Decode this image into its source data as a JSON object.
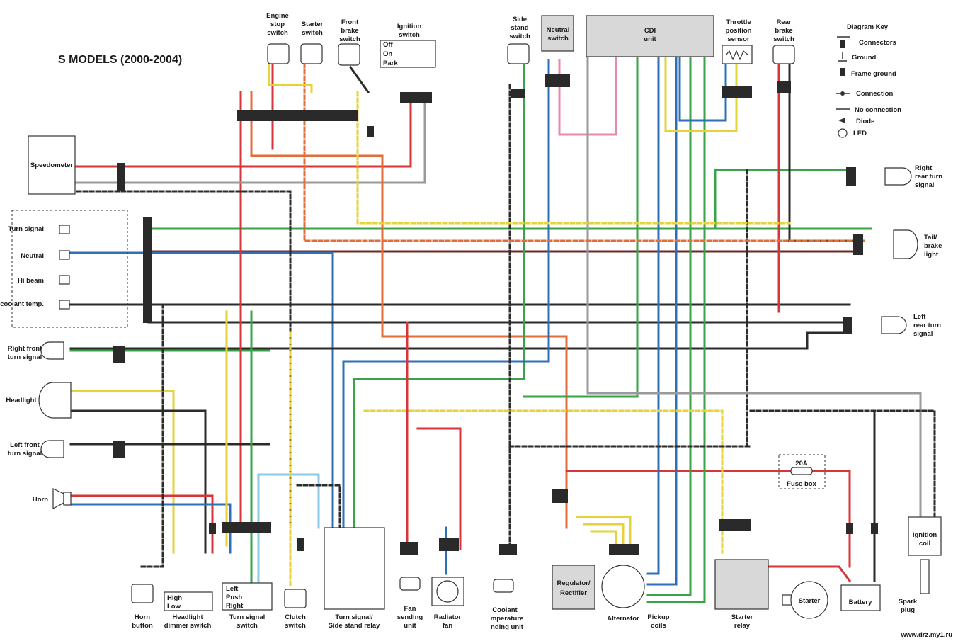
{
  "title": "S MODELS (2000-2004)",
  "watermark": "www.drz.my1.ru",
  "key": {
    "heading": "Diagram Key",
    "items": [
      "Connectors",
      "Ground",
      "Frame ground",
      "Connection",
      "No connection",
      "Diode",
      "LED"
    ]
  },
  "top_components": {
    "engine_stop": [
      "Engine",
      "stop",
      "switch"
    ],
    "starter_switch": [
      "Starter",
      "switch"
    ],
    "front_brake": [
      "Front",
      "brake",
      "switch"
    ],
    "ignition": {
      "label": [
        "Ignition",
        "switch"
      ],
      "positions": [
        "Off",
        "On",
        "Park"
      ]
    },
    "side_stand": [
      "Side",
      "stand",
      "switch"
    ],
    "neutral_switch": [
      "Neutral",
      "switch"
    ],
    "cdi": [
      "CDI",
      "unit"
    ],
    "throttle": [
      "Throttle",
      "position",
      "sensor"
    ],
    "rear_brake": [
      "Rear",
      "brake",
      "switch"
    ]
  },
  "left_components": {
    "speedometer": "Speedometer",
    "indicators": [
      "Turn signal",
      "Neutral",
      "Hi beam",
      "Engine coolant temp."
    ],
    "right_front_turn": [
      "Right front",
      "turn signal"
    ],
    "headlight": "Headlight",
    "left_front_turn": [
      "Left front",
      "turn signal"
    ],
    "horn": "Horn"
  },
  "right_components": {
    "right_rear_turn": [
      "Right",
      "rear turn",
      "signal"
    ],
    "tail_brake": [
      "Tail/",
      "brake",
      "light"
    ],
    "left_rear_turn": [
      "Left",
      "rear turn",
      "signal"
    ],
    "fuse": {
      "rating": "20A",
      "label": "Fuse box"
    },
    "ignition_coil": [
      "Ignition",
      "coil"
    ],
    "spark_plug": [
      "Spark",
      "plug"
    ]
  },
  "bottom_components": {
    "horn_button": [
      "Horn",
      "button"
    ],
    "dimmer": {
      "label": [
        "Headlight",
        "dimmer switch"
      ],
      "positions": [
        "High",
        "Low"
      ]
    },
    "turn_switch": {
      "label": [
        "Turn signal",
        "switch"
      ],
      "positions": [
        "Left",
        "Push",
        "Right"
      ]
    },
    "clutch": [
      "Clutch",
      "switch"
    ],
    "relay": [
      "Turn signal/",
      "Side stand relay"
    ],
    "fan_sending": [
      "Fan",
      "sending",
      "unit"
    ],
    "radiator_fan": [
      "Radiator",
      "fan"
    ],
    "coolant": [
      "Coolant",
      "mperature",
      "nding unit"
    ],
    "regulator": [
      "Regulator/",
      "Rectifier"
    ],
    "alternator": "Alternator",
    "pickup": [
      "Pickup",
      "coils"
    ],
    "starter_relay": [
      "Starter",
      "relay"
    ],
    "starter": "Starter",
    "battery": "Battery"
  },
  "wire_colors": {
    "red": "#d8353a",
    "green": "#3aa34a",
    "blue": "#2f6fb7",
    "black": "#2b2b2b",
    "yellow": "#e6d23a",
    "brown": "#6b2a24",
    "orange": "#e06d3a",
    "grey": "#9a9a9a",
    "pink": "#e889a8",
    "lightblue": "#8cc8e8",
    "white": "#ffffff"
  }
}
